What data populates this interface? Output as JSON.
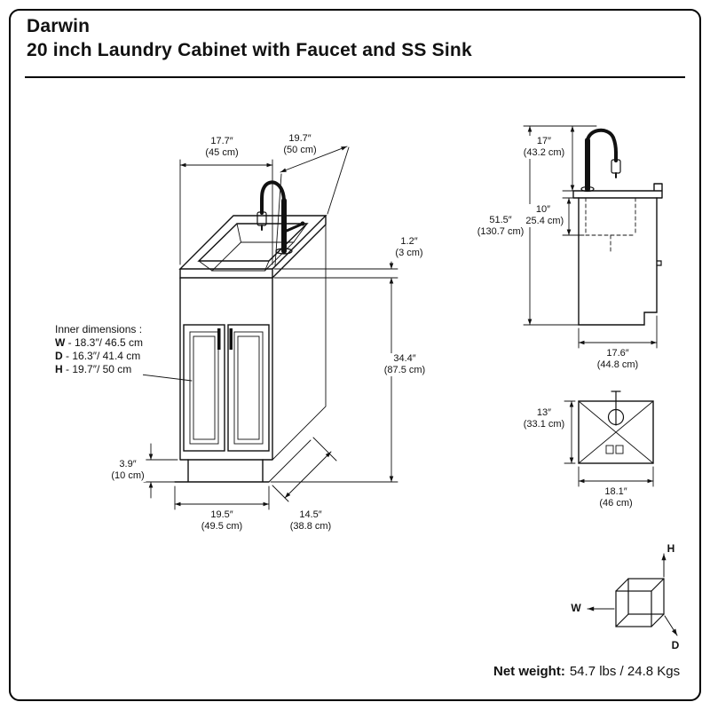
{
  "header": {
    "brand": "Darwin",
    "product": "20 inch Laundry Cabinet with Faucet and SS Sink"
  },
  "front_view": {
    "top_width": {
      "inches": "17.7″",
      "metric": "(45 cm)"
    },
    "top_depth": {
      "inches": "19.7″",
      "metric": "(50 cm)"
    },
    "rim_height": {
      "inches": "1.2″",
      "metric": "(3 cm)"
    },
    "counter_height": {
      "inches": "34.4″",
      "metric": "(87.5 cm)"
    },
    "toe_kick_height": {
      "inches": "3.9″",
      "metric": "(10 cm)"
    },
    "base_width": {
      "inches": "19.5″",
      "metric": "(49.5 cm)"
    },
    "base_depth": {
      "inches": "14.5″",
      "metric": "(38.8 cm)"
    },
    "inner_dimensions": {
      "heading": "Inner dimensions :",
      "width_label": "W",
      "width_value": "- 18.3″/ 46.5 cm",
      "depth_label": "D",
      "depth_value": "- 16.3″/ 41.4 cm",
      "height_label": "H",
      "height_value": "- 19.7″/ 50 cm"
    }
  },
  "side_view": {
    "faucet_height": {
      "inches": "17″",
      "metric": "(43.2 cm)"
    },
    "sink_depth": {
      "inches": "10″",
      "metric": "(25.4 cm)"
    },
    "total_height": {
      "inches": "51.5″",
      "metric": "(130.7 cm)"
    },
    "cabinet_depth": {
      "inches": "17.6″",
      "metric": "(44.8 cm)"
    }
  },
  "top_view": {
    "sink_width": {
      "inches": "13″",
      "metric": "(33.1 cm)"
    },
    "sink_length": {
      "inches": "18.1″",
      "metric": "(46 cm)"
    }
  },
  "axis_indicator": {
    "height_axis": "H",
    "width_axis": "W",
    "depth_axis": "D"
  },
  "footer": {
    "net_weight_label": "Net weight:",
    "net_weight_value": "54.7 lbs / 24.8 Kgs"
  }
}
